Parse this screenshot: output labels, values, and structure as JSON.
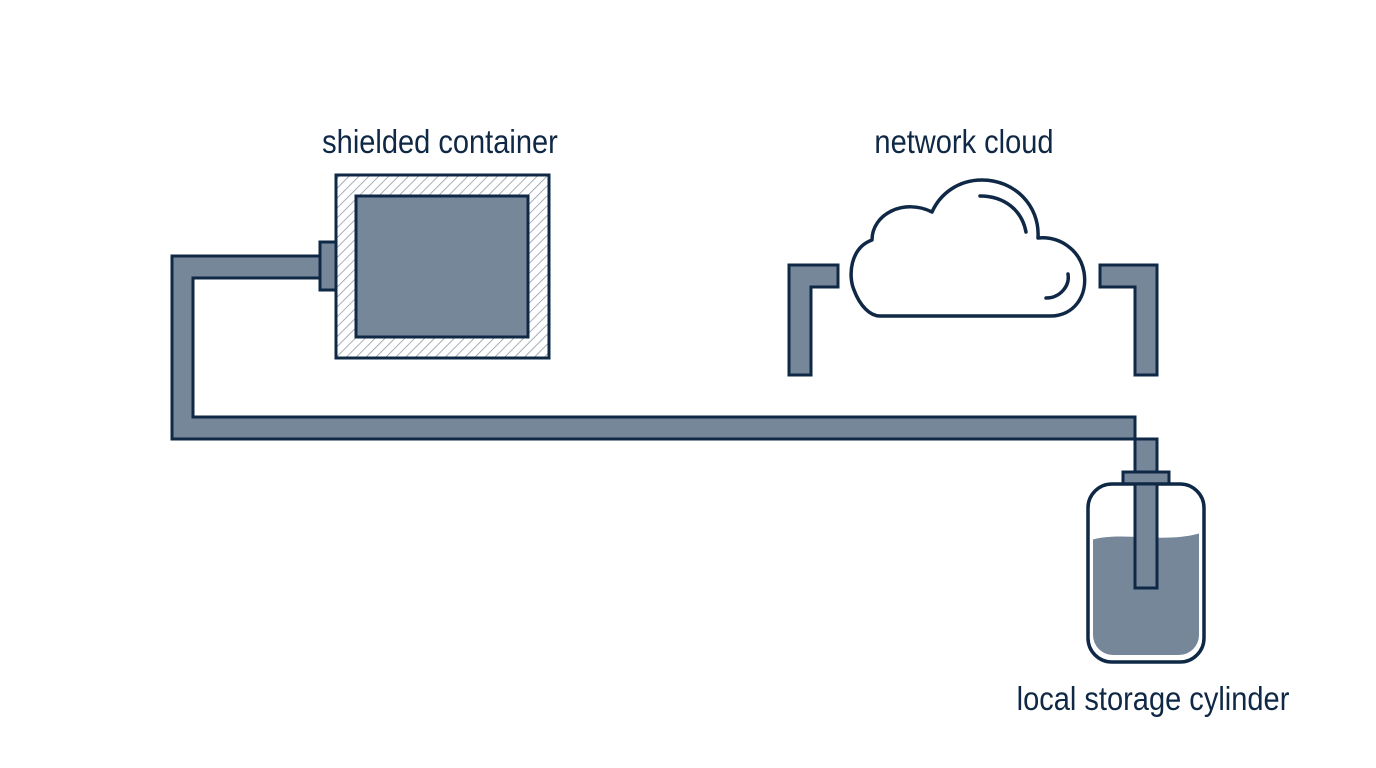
{
  "colors": {
    "outline": "#0f2845",
    "fill": "#77879a",
    "background": "#ffffff"
  },
  "labels": {
    "shielded_container": "shielded container",
    "network_cloud": "network cloud",
    "local_storage_cylinder": "local storage cylinder"
  },
  "storage_fill_level": 0.72
}
